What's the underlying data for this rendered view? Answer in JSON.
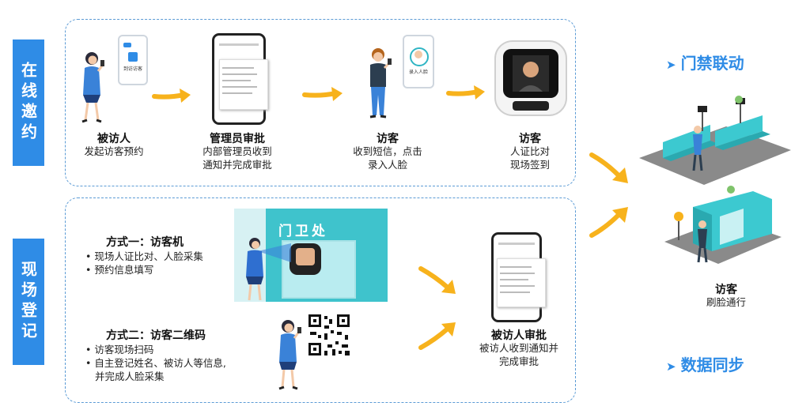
{
  "sections": {
    "online": "在线邀约",
    "onsite": "现场登记"
  },
  "online_steps": [
    {
      "title": "被访人",
      "desc": [
        "发起访客预约"
      ]
    },
    {
      "title": "管理员审批",
      "desc": [
        "内部管理员收到",
        "通知并完成审批"
      ]
    },
    {
      "title": "访客",
      "desc": [
        "收到短信，点击",
        "录入人脸"
      ]
    },
    {
      "title": "访客",
      "desc": [
        "人证比对",
        "现场签到"
      ]
    }
  ],
  "phone_screens": {
    "invite_app_label": "到访访客",
    "face_entry_label": "录入人脸"
  },
  "booth_sign": "门卫处",
  "method1": {
    "title": "方式一：访客机",
    "bullets": [
      "现场人证比对、人脸采集",
      "预约信息填写"
    ]
  },
  "method2": {
    "title": "方式二：访客二维码",
    "bullets": [
      "访客现场扫码",
      "自主登记姓名、被访人等信息,",
      "并完成人脸采集"
    ]
  },
  "host_approval": {
    "title": "被访人审批",
    "desc": [
      "被访人收到通知并",
      "完成审批"
    ]
  },
  "right": {
    "access_control": "门禁联动",
    "visitor_title": "访客",
    "visitor_desc": "刷脸通行",
    "data_sync": "数据同步",
    "chevron": "➤"
  },
  "colors": {
    "accent_blue": "#2f8ce6",
    "arrow_orange": "#f7b21c",
    "teal": "#3cc9d0"
  }
}
